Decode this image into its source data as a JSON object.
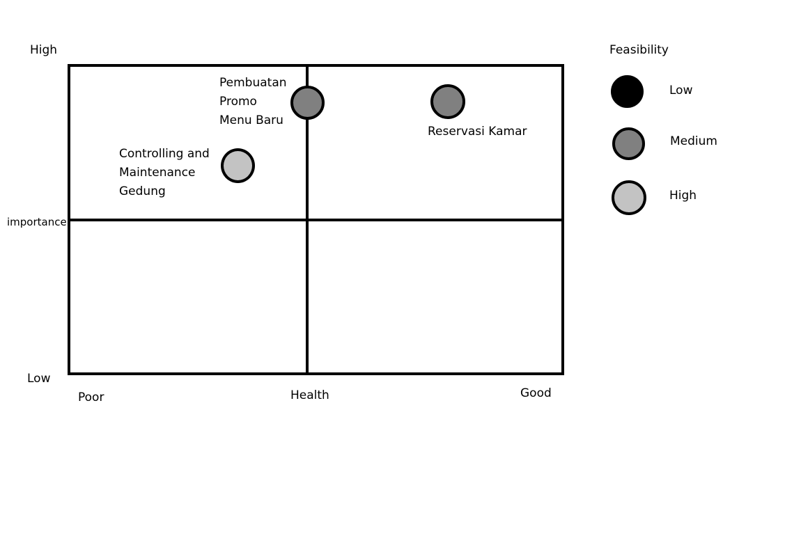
{
  "axes": {
    "y_high": "High",
    "y_low": "Low",
    "y_label": "importance",
    "x_poor": "Poor",
    "x_mid": "Health",
    "x_good": "Good"
  },
  "items": [
    {
      "label_lines": [
        "Pembuatan",
        "Promo",
        "Menu Baru"
      ],
      "feasibility": "Medium",
      "color": "#808080"
    },
    {
      "label": "Reservasi Kamar",
      "feasibility": "Medium",
      "color": "#808080"
    },
    {
      "label_lines": [
        "Controlling and",
        "Maintenance",
        "Gedung"
      ],
      "feasibility": "High",
      "color": "#c3c3c3"
    }
  ],
  "legend": {
    "title": "Feasibility",
    "entries": [
      {
        "label": "Low",
        "color": "#000000"
      },
      {
        "label": "Medium",
        "color": "#808080"
      },
      {
        "label": "High",
        "color": "#c3c3c3"
      }
    ]
  }
}
